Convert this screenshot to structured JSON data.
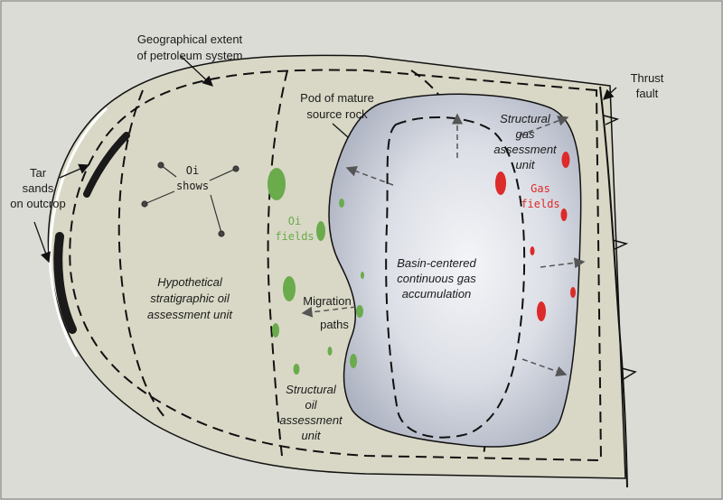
{
  "labels": {
    "geo_extent_1": "Geographical extent",
    "geo_extent_2": "of petroleum system",
    "thrust_1": "Thrust",
    "thrust_2": "fault",
    "pod_1": "Pod of mature",
    "pod_2": "source rock",
    "tar_1": "Tar",
    "tar_2": "sands",
    "tar_3": "on outcrop",
    "oil_shows_1": "Oi",
    "oil_shows_2": "shows",
    "oil_fields_1": "Oi",
    "oil_fields_2": "fields",
    "gas_fields_1": "Gas",
    "gas_fields_2": "fields",
    "structural_gas_1": "Structural",
    "structural_gas_2": "gas",
    "structural_gas_3": "assessment",
    "structural_gas_4": "unit",
    "hypothetical_1": "Hypothetical",
    "hypothetical_2": "stratigraphic oil",
    "hypothetical_3": "assessment unit",
    "basin_1": "Basin-centered",
    "basin_2": "continuous gas",
    "basin_3": "accumulation",
    "migration_1": "Migration",
    "migration_2": "paths",
    "structural_oil_1": "Structural",
    "structural_oil_2": "oil",
    "structural_oil_3": "assessment",
    "structural_oil_4": "unit"
  },
  "colors": {
    "background": "#dcdcd7",
    "system_fill": "#d9d8c6",
    "pod_fill": "#c5c9d5",
    "oil_green": "#6aab4c",
    "gas_red": "#dd2a2a",
    "tar_black": "#1a1a1a"
  }
}
